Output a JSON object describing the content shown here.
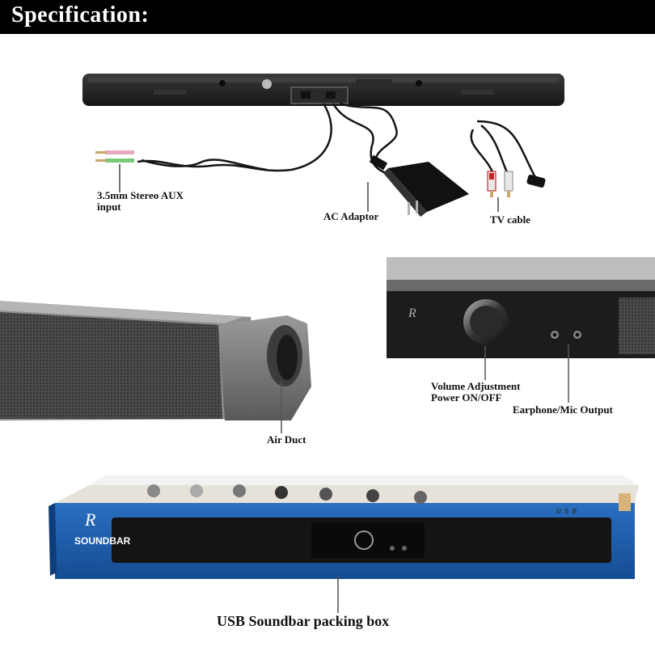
{
  "header": {
    "title": "Specification:"
  },
  "labels": {
    "aux_input_line1": "3.5mm Stereo AUX",
    "aux_input_line2": "input",
    "ac_adaptor": "AC Adaptor",
    "tv_cable": "TV cable",
    "volume_line1": "Volume Adjustment",
    "volume_line2": "Power ON/OFF",
    "earphone_mic": "Earphone/Mic Output",
    "air_duct": "Air Duct",
    "packing_box": "USB Soundbar packing box"
  },
  "box": {
    "brand_text": "SOUNDBAR",
    "side_text": "U S B"
  },
  "colors": {
    "header_bg": "#000000",
    "box_blue": "#1f5fb0",
    "soundbar_black": "#1a1a1a"
  }
}
